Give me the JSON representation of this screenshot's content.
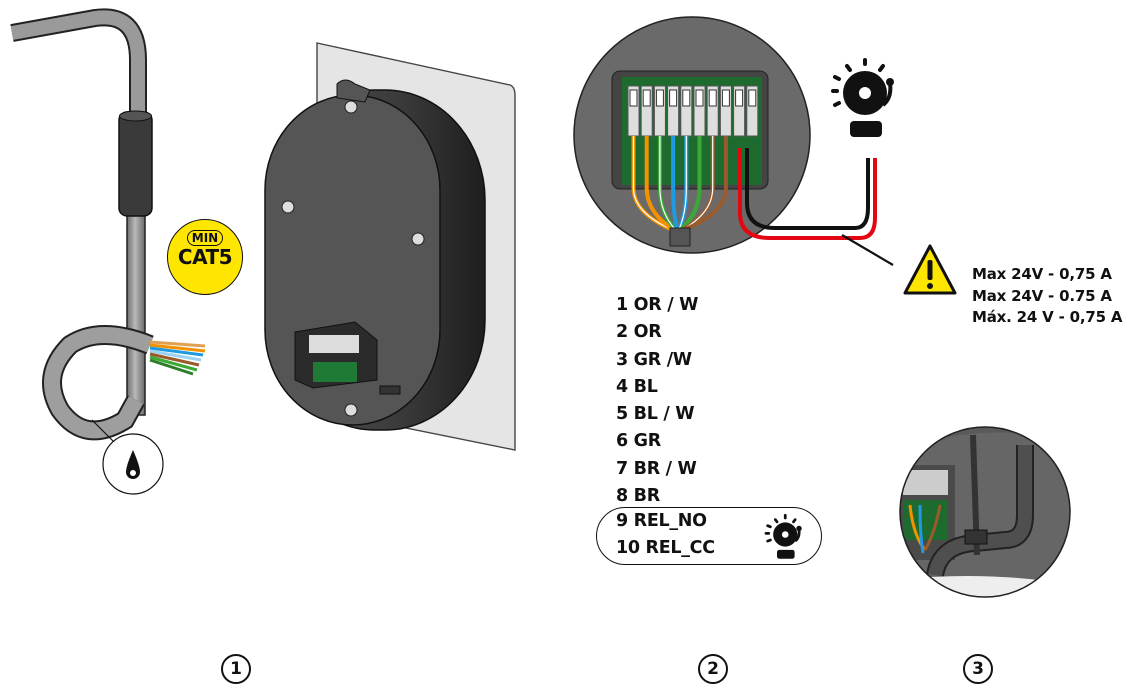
{
  "badge": {
    "min_label": "MIN",
    "cable_label": "CAT5"
  },
  "wiring": {
    "terminals": [
      {
        "num": "1",
        "label": "1 OR / W",
        "color": "#f39200",
        "striped": true
      },
      {
        "num": "2",
        "label": "2 OR",
        "color": "#f39200",
        "striped": false
      },
      {
        "num": "3",
        "label": "3 GR /W",
        "color": "#3aaa35",
        "striped": true
      },
      {
        "num": "4",
        "label": "4 BL",
        "color": "#1e9be0",
        "striped": false
      },
      {
        "num": "5",
        "label": "5 BL / W",
        "color": "#1e9be0",
        "striped": true
      },
      {
        "num": "6",
        "label": "6 GR",
        "color": "#3aaa35",
        "striped": false
      },
      {
        "num": "7",
        "label": "7 BR / W",
        "color": "#9a5b2c",
        "striped": true
      },
      {
        "num": "8",
        "label": "8 BR",
        "color": "#9a5b2c",
        "striped": false
      }
    ],
    "relay_terminals": [
      {
        "num": "9",
        "label": "9 REL_NO",
        "color": "#e30613"
      },
      {
        "num": "10",
        "label": "10 REL_CC",
        "color": "#111111"
      }
    ]
  },
  "warning": {
    "lines": [
      "Max 24V - 0,75 A",
      "Max 24V - 0.75 A",
      "Máx. 24 V - 0,75 A"
    ],
    "triangle_color": "#ffe600"
  },
  "steps": [
    {
      "label": "1"
    },
    {
      "label": "2"
    },
    {
      "label": "3"
    }
  ],
  "icons": {
    "drip": "water-drop-icon",
    "bell": "bell-icon",
    "warning": "warning-triangle-icon"
  }
}
